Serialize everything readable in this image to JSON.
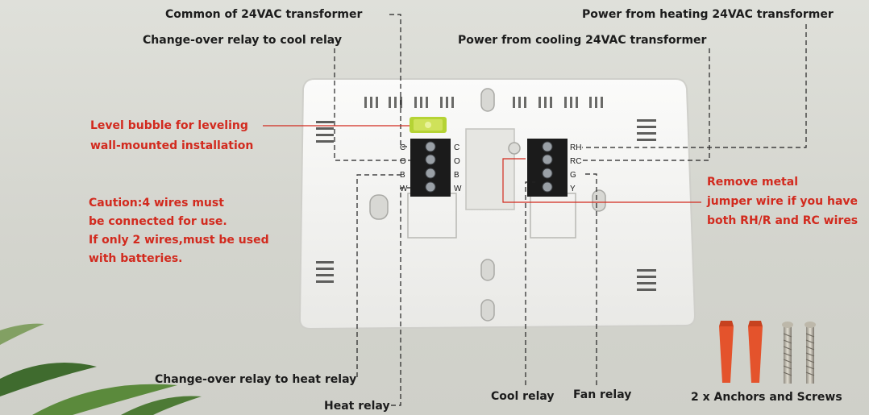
{
  "labels": {
    "common_24vac": "Common of 24VAC transformer",
    "changeover_cool": "Change-over relay to cool relay",
    "power_heating": "Power from heating 24VAC transformer",
    "power_cooling": "Power from cooling 24VAC transformer",
    "level_bubble_line1": "Level bubble for leveling",
    "level_bubble_line2": "wall-mounted installation",
    "remove_jumper_line1": "Remove metal",
    "remove_jumper_line2": "jumper wire if you have",
    "remove_jumper_line3": "both RH/R and RC wires",
    "changeover_heat": "Change-over relay to heat relay",
    "heat_relay": "Heat relay",
    "cool_relay": "Cool relay",
    "fan_relay": "Fan relay",
    "anchors": "2 x Anchors and Screws"
  },
  "caution_lines": [
    "Caution:4 wires must",
    "be connected for use.",
    "If only 2 wires,must be used",
    "with batteries."
  ],
  "terminals": {
    "left_block": [
      "C",
      "O",
      "B",
      "W"
    ],
    "right_block": [
      "RH",
      "RC",
      "G",
      "Y"
    ]
  },
  "colors": {
    "label_black": "#1c1c1c",
    "label_red": "#d22a1e",
    "plate": "#f3f3f1",
    "terminal_block": "#1b1b1b",
    "level_bubble": "#b5d334",
    "anchor": "#e4532c"
  }
}
